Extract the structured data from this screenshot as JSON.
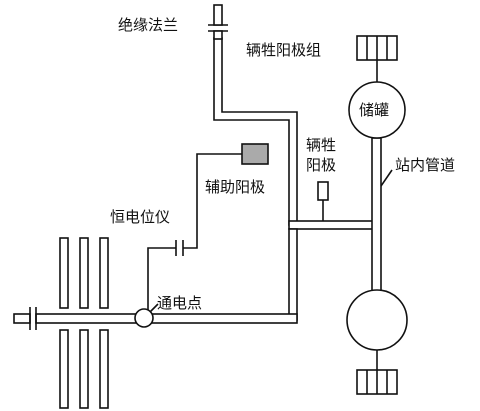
{
  "labels": {
    "flange": "绝缘法兰",
    "anode_group": "辆牲阳极组",
    "tank": "储罐",
    "sac_anode_line1": "辆牲",
    "sac_anode_line2": "阳极",
    "station_pipe": "站内管道",
    "aux_anode": "辅助阳极",
    "potentiostat": "恒电位仪",
    "power_point": "通电点"
  },
  "colors": {
    "line": "#111111",
    "anode_fill": "#aaaaaa",
    "background": "#ffffff"
  }
}
